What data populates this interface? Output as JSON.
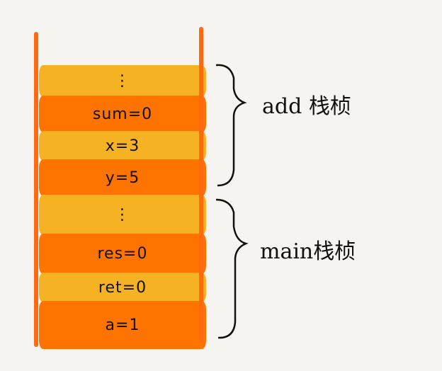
{
  "stack": {
    "cells": [
      {
        "text": "⋮",
        "color": "#f5b324"
      },
      {
        "text": "sum=0",
        "color": "#ff7300"
      },
      {
        "text": "x=3",
        "color": "#f5b324"
      },
      {
        "text": "y=5",
        "color": "#ff7300"
      },
      {
        "text": "⋮",
        "color": "#f5b324"
      },
      {
        "text": "res=0",
        "color": "#ff7300"
      },
      {
        "text": "ret=0",
        "color": "#f5b324"
      },
      {
        "text": "a=1",
        "color": "#ff7300"
      }
    ]
  },
  "frames": {
    "add_label": "add 栈桢",
    "main_label": "main栈桢"
  }
}
